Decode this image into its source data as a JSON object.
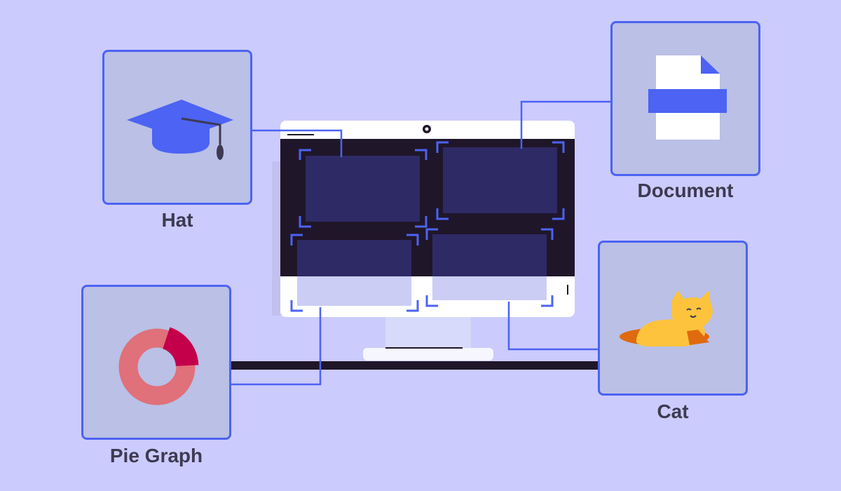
{
  "cards": {
    "hat": {
      "label": "Hat",
      "icon": "graduation-cap-icon"
    },
    "document": {
      "label": "Document",
      "icon": "document-icon"
    },
    "pie": {
      "label": "Pie Graph",
      "icon": "donut-chart-icon"
    },
    "cat": {
      "label": "Cat",
      "icon": "cat-icon"
    }
  },
  "colors": {
    "background": "#cccbfd",
    "card_fill": "#bac0e6",
    "accent": "#4c63f3",
    "monitor_screen": "#1f1629",
    "monitor_tile": "#2e2a66",
    "donut_main": "#e0707a",
    "donut_slice": "#c4004a",
    "cat": "#fdc33c"
  }
}
